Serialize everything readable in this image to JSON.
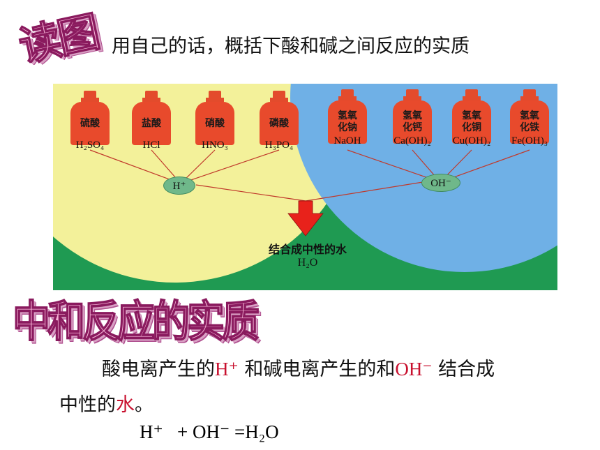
{
  "header": {
    "read_title": "读图",
    "instruction": "用自己的话，概括下酸和碱之间反应的实质"
  },
  "diagram": {
    "acids": [
      {
        "name": "硫酸",
        "formula": "H₂SO₄"
      },
      {
        "name": "盐酸",
        "formula": "HCl"
      },
      {
        "name": "硝酸",
        "formula": "HNO₃"
      },
      {
        "name": "磷酸",
        "formula": "H₃PO₄"
      }
    ],
    "bases": [
      {
        "name_line1": "氢氧",
        "name_line2": "化钠",
        "formula": "NaOH"
      },
      {
        "name_line1": "氢氧",
        "name_line2": "化钙",
        "formula": "Ca(OH)₂"
      },
      {
        "name_line1": "氢氧",
        "name_line2": "化铜",
        "formula": "Cu(OH)₂"
      },
      {
        "name_line1": "氢氧",
        "name_line2": "化铁",
        "formula": "Fe(OH)₃"
      }
    ],
    "acid_ion": "H⁺",
    "base_ion": "OH⁻",
    "result_text": "结合成中性的水",
    "result_formula": "H₂O",
    "colors": {
      "acid_region": "#f3f19a",
      "base_region": "#6fb0e6",
      "background": "#1f9a52",
      "bottle": "#e84a2c",
      "arrow": "#e8221b"
    }
  },
  "essence": {
    "title": "中和反应的实质",
    "line1_a": "酸电离产生的",
    "line1_h": "H⁺",
    "line1_b": " 和碱电离产生的和",
    "line1_oh": "OH⁻",
    "line1_c": " 结合成",
    "line2_a": "中性的",
    "line2_water": "水",
    "line2_b": "。",
    "equation": "H⁺   + OH⁻ =H₂O"
  }
}
